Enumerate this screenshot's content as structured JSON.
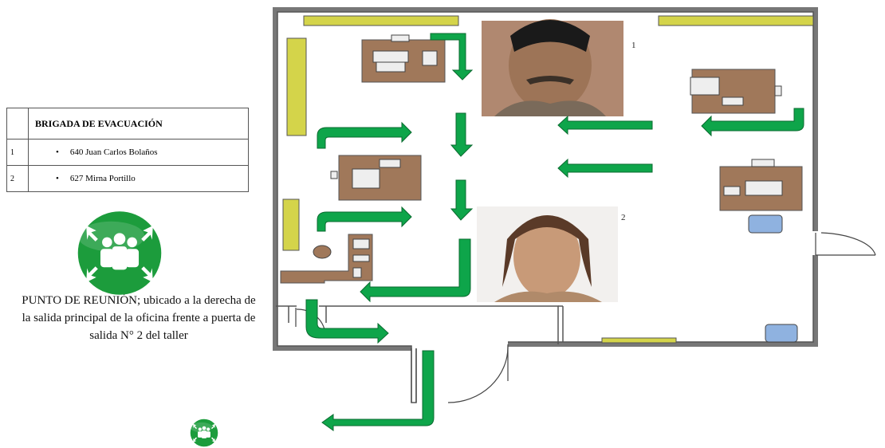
{
  "brigade": {
    "title": "BRIGADA DE EVACUACIÓN",
    "members": [
      {
        "number": "1",
        "name": "640 Juan Carlos Bolaños"
      },
      {
        "number": "2",
        "name": "627 Mirna Portillo"
      }
    ]
  },
  "meeting_point": {
    "text": "PUNTO DE REUNIÓN; ubicado a la derecha de la salida principal de la oficina frente a puerta de salida N° 2 del taller",
    "icon": "assembly-point-icon"
  },
  "photos": [
    {
      "label": "1"
    },
    {
      "label": "2"
    }
  ],
  "colors": {
    "arrow": "#0ea54a",
    "arrow_outline": "#0b6b30",
    "desk": "#a0785a",
    "shelf": "#d4d44a",
    "chair": "#8fb2e0",
    "assembly_green": "#1c9c3c"
  }
}
